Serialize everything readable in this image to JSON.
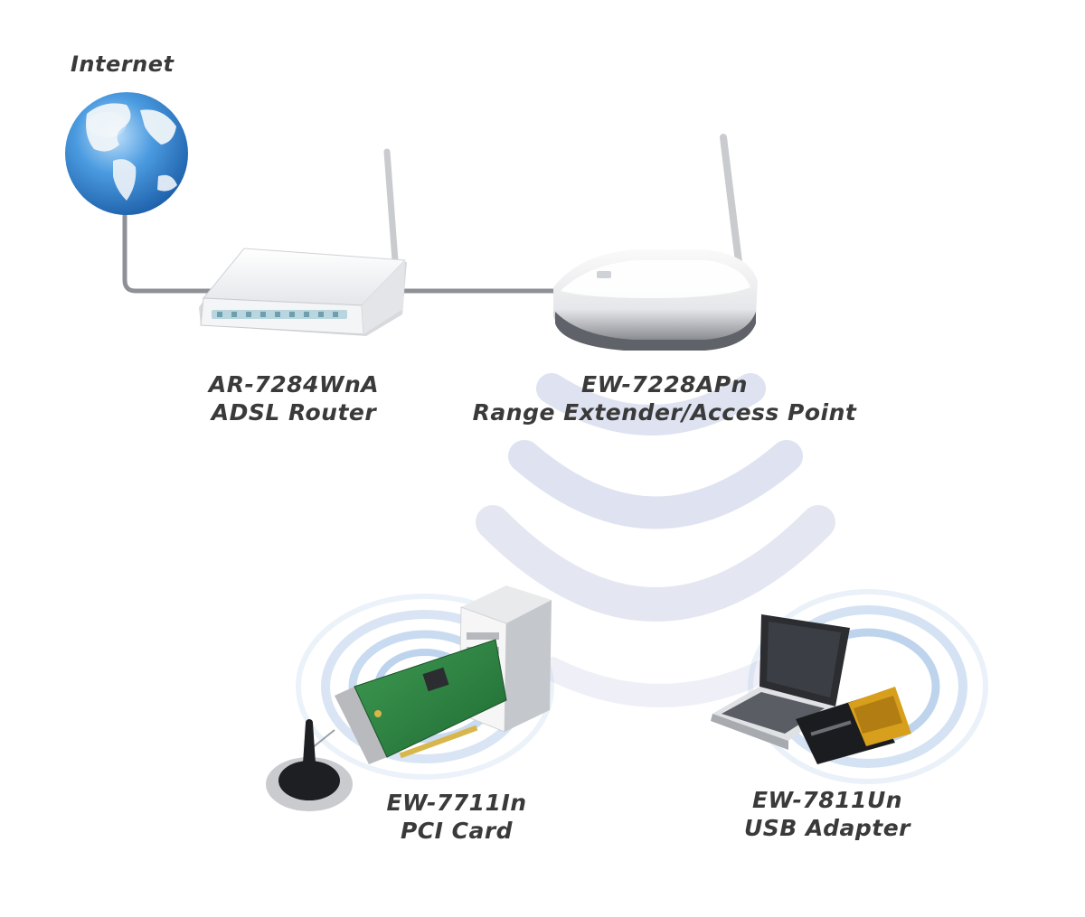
{
  "internet": {
    "label": "Internet"
  },
  "router": {
    "model": "AR-7284WnA",
    "type": "ADSL Router"
  },
  "access_point": {
    "model": "EW-7228APn",
    "type": "Range Extender/Access Point"
  },
  "pci_card": {
    "model": "EW-7711In",
    "type": "PCI Card"
  },
  "usb_adapter": {
    "model": "EW-7811Un",
    "type": "USB Adapter"
  },
  "colors": {
    "globe_ocean": "#3f8fd6",
    "globe_land": "#e9f1f7",
    "wave": "#dfe2f0",
    "device_body": "#f2f3f5",
    "device_shadow": "#7c7f86",
    "cable": "#8d9096",
    "text": "#3a3a3a",
    "ripple": "#5b8bc9"
  }
}
